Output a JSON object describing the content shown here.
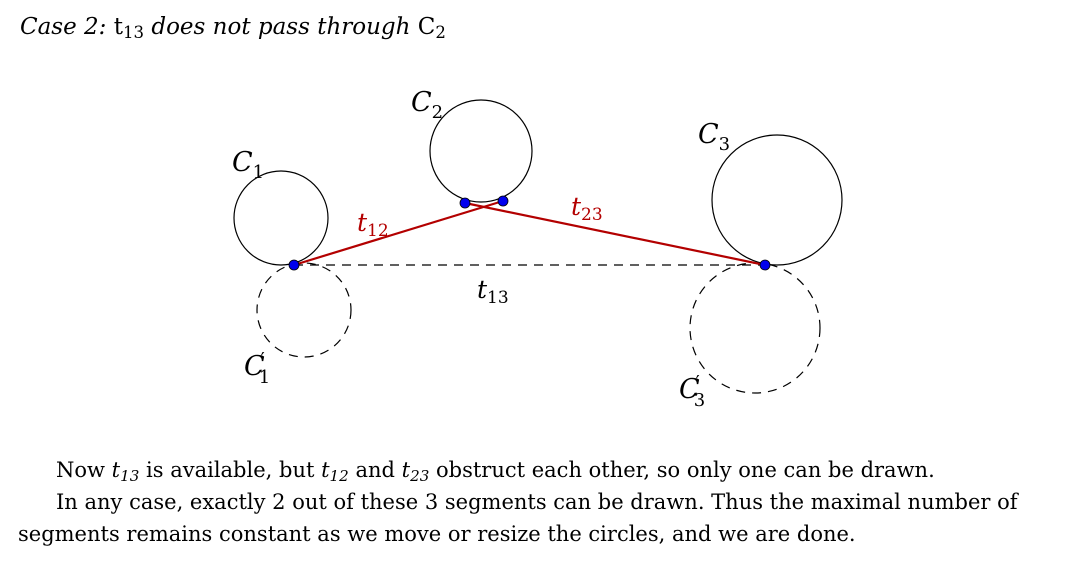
{
  "heading": {
    "prefix": "Case 2: ",
    "t_letter": "t",
    "t_sub": "13",
    "middle": " does not pass through ",
    "c_letter": "C",
    "c_sub": "2"
  },
  "figure": {
    "labels": {
      "c1": {
        "letter": "C",
        "sub": "1"
      },
      "c2": {
        "letter": "C",
        "sub": "2"
      },
      "c3": {
        "letter": "C",
        "sub": "3"
      },
      "c1_prime": {
        "letter": "C",
        "prime": "′",
        "sub": "1"
      },
      "c3_prime": {
        "letter": "C",
        "prime": "′",
        "sub": "3"
      },
      "t12": {
        "letter": "t",
        "sub": "12"
      },
      "t23": {
        "letter": "t",
        "sub": "23"
      },
      "t13": {
        "letter": "t",
        "sub": "13"
      }
    },
    "colors": {
      "segment": "#b30000",
      "point": "#0000ee",
      "line": "#000000"
    }
  },
  "paragraph1": {
    "a": "Now ",
    "t13_letter": "t",
    "t13_sub": "13",
    "b": " is available, but ",
    "t12_letter": "t",
    "t12_sub": "12",
    "c": " and ",
    "t23_letter": "t",
    "t23_sub": "23",
    "d": " obstruct each other, so only one can be drawn."
  },
  "paragraph2": {
    "line1": "In any case, exactly 2 out of these 3 segments can be drawn. Thus the maximal number of",
    "line2": "segments remains constant as we move or resize the circles, and we are done."
  }
}
